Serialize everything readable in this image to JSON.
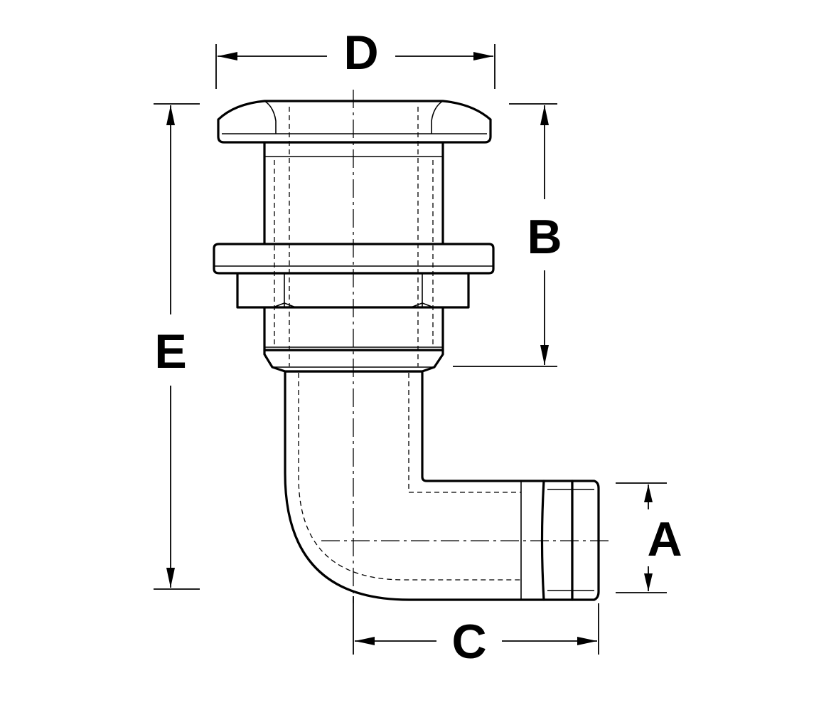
{
  "dimensions": {
    "A": "A",
    "B": "B",
    "C": "C",
    "D": "D",
    "E": "E"
  },
  "colors": {
    "line": "#000000",
    "background": "#ffffff"
  }
}
